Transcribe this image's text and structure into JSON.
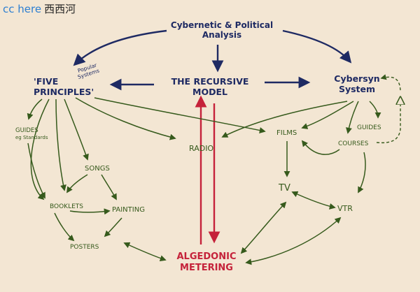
{
  "watermark": {
    "prefix": "cc here",
    "suffix": "西西河"
  },
  "nodes": {
    "cybernetic_analysis": {
      "line1": "Cybernetic & Political",
      "line2": "Analysis"
    },
    "five_principles": {
      "line1": "'FIVE",
      "line2": "PRINCIPLES'"
    },
    "five_principles_note": {
      "line1": "Popular",
      "line2": "Systems"
    },
    "recursive_model": {
      "line1": "THE RECURSIVE",
      "line2": "MODEL"
    },
    "cybersyn": {
      "line1": "Cybersyn",
      "line2": "System"
    },
    "guides_left": {
      "line1": "GUIDES",
      "line2": "eg Standards"
    },
    "radio": "RADIO",
    "films": "FILMS",
    "guides_right": "GUIDES",
    "courses": "COURSES",
    "songs": "SONGS",
    "booklets": "BOOKLETS",
    "painting": "PAINTING",
    "tv": "TV",
    "vtr": "VTR",
    "posters": "POSTERS",
    "algedonic": {
      "line1": "ALGEDONIC",
      "line2": "METERING"
    }
  },
  "colors": {
    "navy": "#1e2a63",
    "green": "#365a1c",
    "red": "#c5223a",
    "paper": "#f3e6d3"
  }
}
